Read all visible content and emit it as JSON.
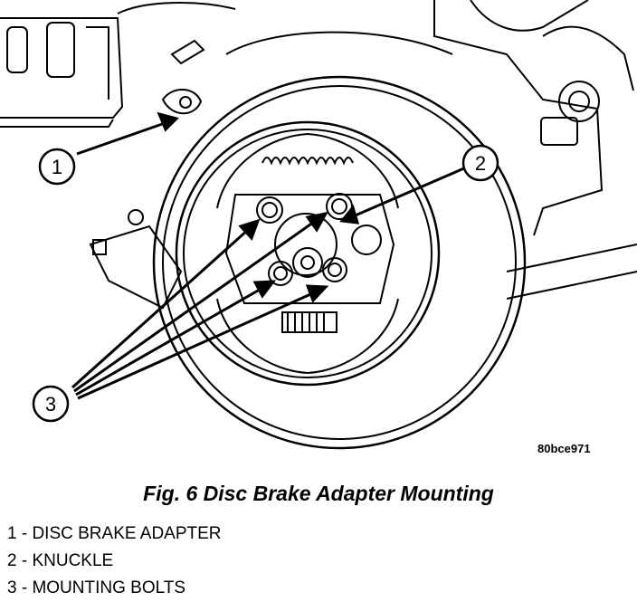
{
  "figure": {
    "image_code": "80bce971",
    "caption": "Fig. 6 Disc Brake Adapter Mounting",
    "callouts": [
      {
        "number": "1"
      },
      {
        "number": "2"
      },
      {
        "number": "3"
      }
    ],
    "legend": [
      "1 - DISC BRAKE ADAPTER",
      "2 - KNUCKLE",
      "3 - MOUNTING BOLTS"
    ]
  }
}
